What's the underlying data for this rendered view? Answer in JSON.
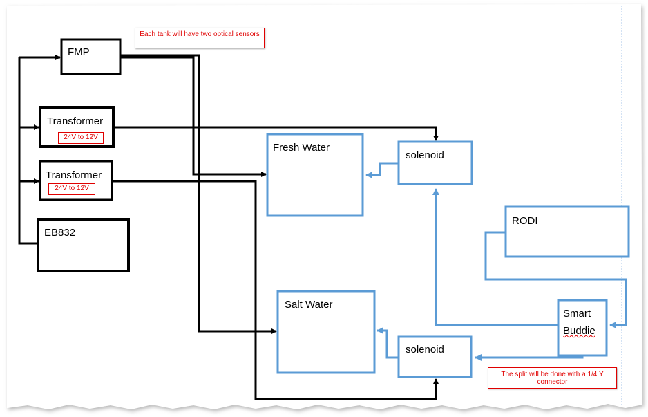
{
  "nodes": {
    "fmp": "FMP",
    "transformer1": "Transformer",
    "transformer2": "Transformer",
    "eb832": "EB832",
    "fresh_water": "Fresh Water",
    "salt_water": "Salt Water",
    "solenoid_top": "solenoid",
    "solenoid_bottom": "solenoid",
    "rodi": "RODI",
    "smart_buddie_line1": "Smart",
    "smart_buddie_line2": "Buddie"
  },
  "tags": {
    "voltage1": "24V to 12V",
    "voltage2": "24V to 12V"
  },
  "notes": {
    "sensors": "Each tank will have two optical sensors",
    "split": "The split will be done with a 1/4 Y connector"
  },
  "colors": {
    "black_line": "#000000",
    "blue_line": "#5b9bd5",
    "note_red": "#e00000"
  }
}
